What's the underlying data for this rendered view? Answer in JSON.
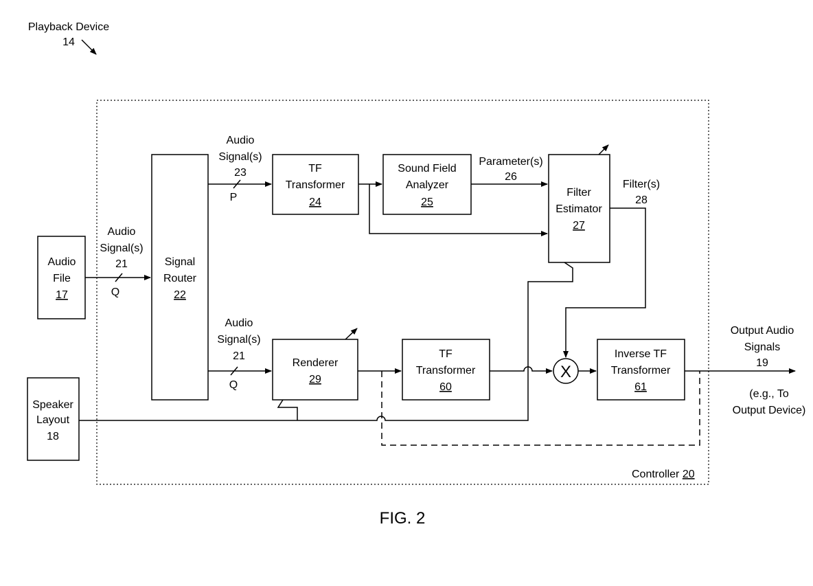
{
  "device": {
    "title": "Playback Device",
    "ref": "14"
  },
  "controller": {
    "label": "Controller",
    "ref": "20"
  },
  "blocks": {
    "audio_file": {
      "line1": "Audio",
      "line2": "File",
      "ref": "17"
    },
    "speaker_layout": {
      "line1": "Speaker",
      "line2": "Layout",
      "ref": "18"
    },
    "signal_router": {
      "line1": "Signal",
      "line2": "Router",
      "ref": "22"
    },
    "tf_transformer_top": {
      "line1": "TF",
      "line2": "Transformer",
      "ref": "24"
    },
    "sound_field_analyzer": {
      "line1": "Sound Field",
      "line2": "Analyzer",
      "ref": "25"
    },
    "filter_estimator": {
      "line1": "Filter",
      "line2": "Estimator",
      "ref": "27"
    },
    "renderer": {
      "line1": "Renderer",
      "ref": "29"
    },
    "tf_transformer_bottom": {
      "line1": "TF",
      "line2": "Transformer",
      "ref": "60"
    },
    "multiplier": {
      "symbol": "X"
    },
    "inverse_tf_transformer": {
      "line1": "Inverse TF",
      "line2": "Transformer",
      "ref": "61"
    }
  },
  "signals": {
    "input": {
      "line1": "Audio",
      "line2": "Signal(s)",
      "ref": "21",
      "channels": "Q"
    },
    "upper": {
      "line1": "Audio",
      "line2": "Signal(s)",
      "ref": "23",
      "channels": "P"
    },
    "lower": {
      "line1": "Audio",
      "line2": "Signal(s)",
      "ref": "21",
      "channels": "Q"
    },
    "parameters": {
      "line1": "Parameter(s)",
      "ref": "26"
    },
    "filters": {
      "line1": "Filter(s)",
      "ref": "28"
    },
    "output": {
      "line1": "Output Audio",
      "line2": "Signals",
      "ref": "19",
      "note1": "(e.g., To",
      "note2": "Output Device)"
    }
  },
  "figure_label": "FIG. 2"
}
